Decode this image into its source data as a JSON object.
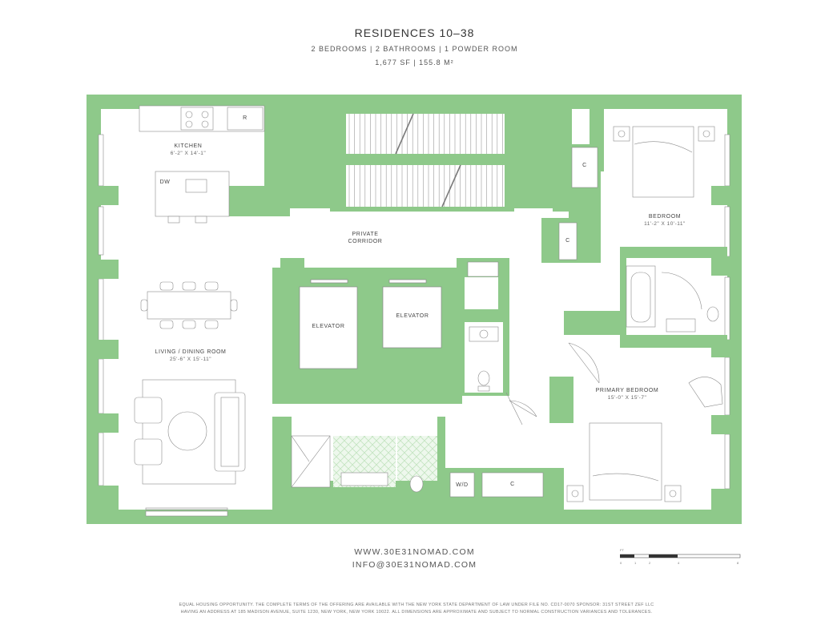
{
  "header": {
    "title": "RESIDENCES 10–38",
    "subtitle": "2 BEDROOMS | 2 BATHROOMS | 1 POWDER ROOM",
    "area": "1,677 SF | 155.8 M²"
  },
  "colors": {
    "wall": "#8ec98a",
    "line": "#7a7a7a",
    "pattern": "#cfe9cc"
  },
  "rooms": {
    "kitchen": {
      "name": "KITCHEN",
      "dims": "6'-2\" X 14'-1\""
    },
    "living": {
      "name": "LIVING / DINING ROOM",
      "dims": "25'-6\" X 15'-11\""
    },
    "corridor": {
      "name_line1": "PRIVATE",
      "name_line2": "CORRIDOR"
    },
    "elevator1": {
      "name": "ELEVATOR"
    },
    "elevator2": {
      "name": "ELEVATOR"
    },
    "bedroom": {
      "name": "BEDROOM",
      "dims": "11'-2\" X 10'-11\""
    },
    "primary": {
      "name": "PRIMARY BEDROOM",
      "dims": "15'-0\" X 15'-7\""
    }
  },
  "fixtures": {
    "dw": "DW",
    "r": "R",
    "closet1": "C",
    "closet2": "C",
    "closet3": "C",
    "wd": "W/D"
  },
  "footer": {
    "website": "WWW.30E31NOMAD.COM",
    "email": "INFO@30E31NOMAD.COM",
    "legal1": "EQUAL HOUSING OPPORTUNITY. THE COMPLETE TERMS OF THE OFFERING ARE AVAILABLE WITH THE NEW YORK STATE DEPARTMENT OF LAW UNDER FILE NO. CD17-0070 SPONSOR: 31ST STREET ZEF LLC",
    "legal2": "HAVING AN ADDRESS AT 185 MADISON AVENUE, SUITE 1230, NEW YORK, NEW YORK 10022. ALL DIMENSIONS ARE APPROXIMATE AND SUBJECT TO NORMAL CONSTRUCTION VARIANCES AND TOLERANCES."
  },
  "scale": {
    "ticks": [
      "0",
      "1",
      "2",
      "4",
      "8"
    ],
    "unit": "FT"
  }
}
